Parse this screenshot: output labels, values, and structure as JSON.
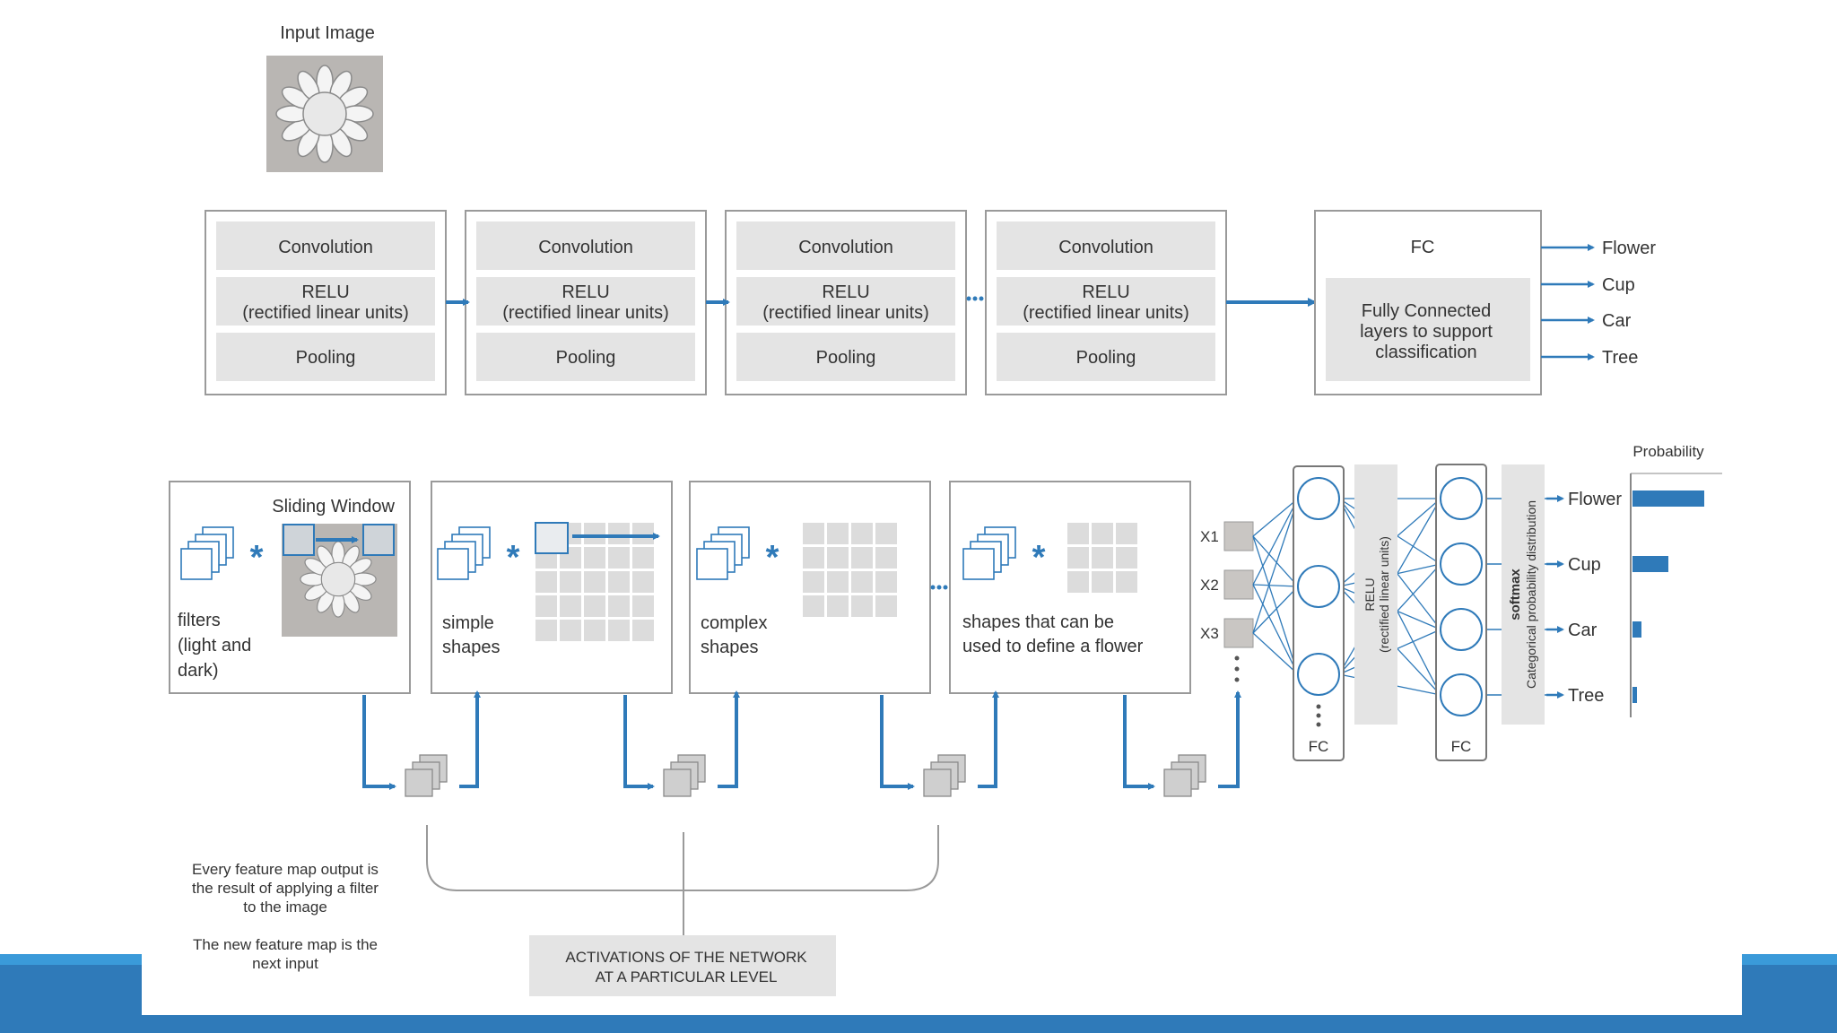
{
  "input_image": {
    "label": "Input Image"
  },
  "stages": [
    {
      "conv": "Convolution",
      "relu_line1": "RELU",
      "relu_line2": "(rectified linear units)",
      "pool": "Pooling"
    },
    {
      "conv": "Convolution",
      "relu_line1": "RELU",
      "relu_line2": "(rectified linear units)",
      "pool": "Pooling"
    },
    {
      "conv": "Convolution",
      "relu_line1": "RELU",
      "relu_line2": "(rectified linear units)",
      "pool": "Pooling"
    },
    {
      "conv": "Convolution",
      "relu_line1": "RELU",
      "relu_line2": "(rectified linear units)",
      "pool": "Pooling"
    }
  ],
  "fc_block": {
    "title": "FC",
    "body_lines": [
      "Fully Connected",
      "layers to support",
      "classification"
    ]
  },
  "top_outputs": [
    "Flower",
    "Cup",
    "Car",
    "Tree"
  ],
  "lower_panels": [
    {
      "title": "Sliding Window",
      "caption_lines": [
        "filters",
        "(light and",
        "dark)"
      ]
    },
    {
      "caption_lines": [
        "simple",
        "shapes"
      ]
    },
    {
      "caption_lines": [
        "complex",
        "shapes"
      ]
    },
    {
      "caption_lines": [
        "shapes that can be",
        "used to define a flower"
      ]
    }
  ],
  "star": "*",
  "inputs": [
    "X1",
    "X2",
    "X3"
  ],
  "fc_labels": [
    "FC",
    "FC"
  ],
  "relu_vertical": {
    "line1": "RELU",
    "line2": "(rectified linear units)"
  },
  "softmax": {
    "line1": "softmax",
    "line2": "Categorical probability distribution"
  },
  "probability": {
    "header": "Probability",
    "items": [
      {
        "label": "Flower",
        "value": 0.8
      },
      {
        "label": "Cup",
        "value": 0.4
      },
      {
        "label": "Car",
        "value": 0.1
      },
      {
        "label": "Tree",
        "value": 0.05
      }
    ]
  },
  "notes": {
    "note1": [
      "Every feature map output is",
      "the result of applying a filter",
      "to the image"
    ],
    "note2": [
      "The new feature map is the",
      "next input"
    ]
  },
  "activations_box": [
    "ACTIVATIONS OF THE NETWORK",
    "AT A PARTICULAR LEVEL"
  ],
  "colors": {
    "accent": "#2f7ab9",
    "panel_gray": "#e4e4e4",
    "line_gray": "#9a9a9a",
    "slide_band": "#2f7ab9"
  }
}
